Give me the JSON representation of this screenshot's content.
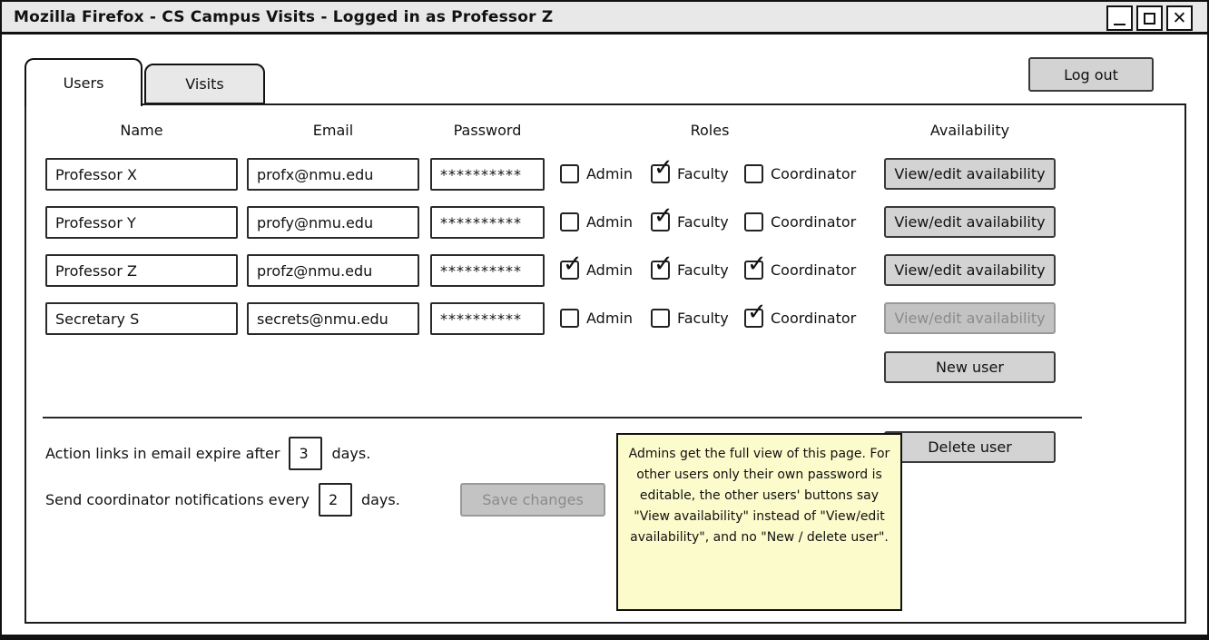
{
  "window": {
    "title": "Mozilla Firefox - CS Campus Visits - Logged in as Professor Z"
  },
  "icons": {
    "minimize": "_",
    "maximize": "square-outline",
    "close": "✕",
    "checkmark": "✓"
  },
  "header": {
    "tabs": [
      {
        "label": "Users",
        "active": true
      },
      {
        "label": "Visits",
        "active": false
      }
    ],
    "logout_button": "Log out"
  },
  "users_table": {
    "column_headers": [
      "Name",
      "Email",
      "Password",
      "Roles",
      "Availability"
    ],
    "role_labels": [
      "Admin",
      "Faculty",
      "Coordinator"
    ],
    "rows": [
      {
        "name": "Professor X",
        "email": "profx@nmu.edu",
        "password": "**********",
        "roles": {
          "admin": false,
          "faculty": true,
          "coordinator": false
        },
        "availability_button": "View/edit availability",
        "availability_enabled": true
      },
      {
        "name": "Professor Y",
        "email": "profy@nmu.edu",
        "password": "**********",
        "roles": {
          "admin": false,
          "faculty": true,
          "coordinator": false
        },
        "availability_button": "View/edit availability",
        "availability_enabled": true
      },
      {
        "name": "Professor Z",
        "email": "profz@nmu.edu",
        "password": "**********",
        "roles": {
          "admin": true,
          "faculty": true,
          "coordinator": true
        },
        "availability_button": "View/edit availability",
        "availability_enabled": true
      },
      {
        "name": "Secretary S",
        "email": "secrets@nmu.edu",
        "password": "**********",
        "roles": {
          "admin": false,
          "faculty": false,
          "coordinator": true
        },
        "availability_button": "View/edit availability",
        "availability_enabled": false
      }
    ]
  },
  "actions": {
    "new_user_button": "New user",
    "delete_user_button": "Delete user",
    "save_changes_button": "Save changes",
    "save_changes_enabled": false
  },
  "settings": {
    "expiry": {
      "prefix": "Action links in email expire after",
      "value": "3",
      "suffix": "days."
    },
    "notifications": {
      "prefix": "Send coordinator notifications every",
      "value": "2",
      "suffix": "days."
    }
  },
  "note": {
    "text": "Admins get the full view of this page. For other users only their own password is editable, the other users' buttons say \"View availability\" instead of \"View/edit availability\", and no \"New / delete user\"."
  },
  "colors": {
    "titlebar_bg": "#e8e8e8",
    "button_bg": "#d3d3d3",
    "disabled_button_bg": "#c3c3c3",
    "disabled_text": "#8b8b8b",
    "note_bg": "#fbfbcb",
    "border": "#111111"
  }
}
